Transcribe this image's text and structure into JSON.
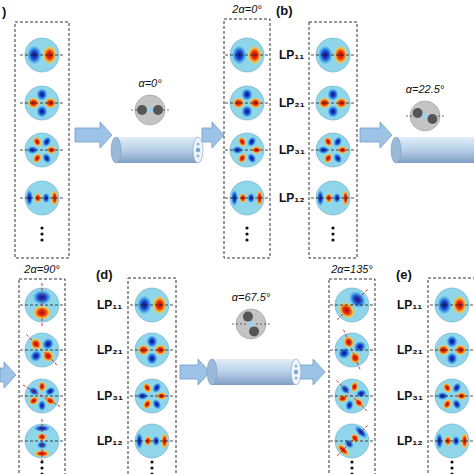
{
  "diagram": {
    "nodes": [
      {
        "text": [
          "α=0°"
        ]
      },
      {
        "text": [
          "2α=0°"
        ]
      },
      {
        "text": [
          "α=22.5°"
        ]
      },
      {
        "text": [
          "2α=90°"
        ]
      },
      {
        "text": [
          "α=67.5°"
        ]
      },
      {
        "text": [
          "2α=135°"
        ]
      }
    ],
    "labels": [
      ")",
      "(b)",
      "LP₁₁",
      "LP₂₁",
      "LP₃₁",
      "LP₁₂",
      "(d)",
      "LP₁₁",
      "LP₂₁",
      "LP₃₁",
      "LP₁₂",
      "(e)",
      "LP₁₁",
      "LP₂₁",
      "LP₃₁",
      "LP₁₂"
    ]
  }
}
